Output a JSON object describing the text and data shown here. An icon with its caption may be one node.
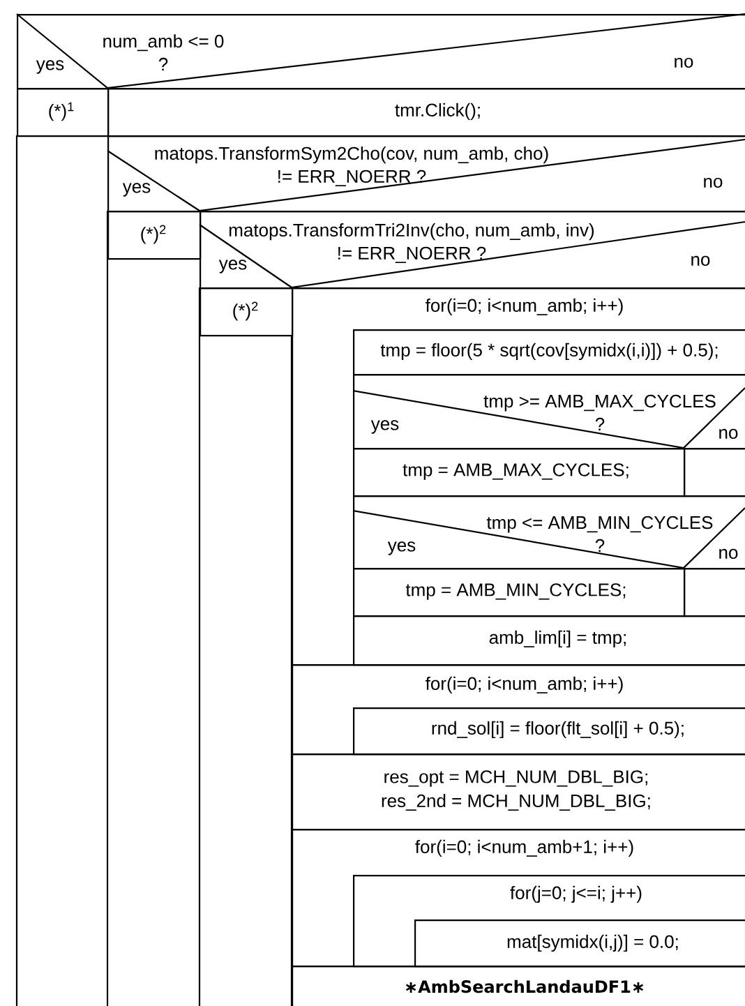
{
  "diagram": {
    "nodes": [
      {
        "text": [
          "yes",
          "num_amb <= 0 ?",
          "no"
        ]
      },
      {
        "text": [
          "(*)$^{1}$"
        ]
      },
      {
        "text": [
          "tmr.Click();"
        ]
      },
      {
        "text": [
          "yes",
          "matops.TransformSym2Cho(cov, num_amb, cho) != ERR_NOERR ?",
          "no"
        ]
      },
      {
        "text": [
          "(*)$^{2}$"
        ]
      },
      {
        "text": [
          "matops.TransformTri2Inv(cho, num_amb, inv) != ERR_NOERR ?",
          "yes",
          "no"
        ]
      },
      {
        "text": [
          "(*)$^{2}$"
        ]
      },
      {
        "text": [
          "for(i=0; i<num_amb; i++)"
        ]
      },
      {
        "text": [
          "tmp = floor(5 * sqrt(cov[symidx(i,i)]) + 0.5);"
        ],
        "in": 7
      },
      {
        "text": [
          "yes",
          "tmp >= AMB_MAX_CYCLES ?",
          "no"
        ],
        "in": 7
      },
      {
        "text": [
          "tmp = AMB_MAX_CYCLES;"
        ],
        "in": 7
      },
      {
        "text": [],
        "shape": "box",
        "in": 7
      },
      {
        "text": [
          "yes",
          "tmp <= AMB_MIN_CYCLES ?",
          "no"
        ],
        "in": 7
      },
      {
        "text": [
          "tmp = AMB_MIN_CYCLES;"
        ],
        "in": 7
      },
      {
        "text": [],
        "shape": "box",
        "in": 7
      },
      {
        "text": [
          "amb_lim[i] = tmp;"
        ],
        "in": 7
      },
      {
        "text": [
          "for(i=0; i<num_amb; i++)"
        ]
      },
      {
        "text": [
          "rnd_sol[i] = floor(flt_sol[i] + 0.5);"
        ],
        "in": 16
      },
      {
        "text": [
          "res_opt = MCH_NUM_DBL_BIG;",
          "res_2nd = MCH_NUM_DBL_BIG;"
        ]
      },
      {
        "text": [
          "for(i=0; i<num_amb+1; i++)"
        ]
      },
      {
        "text": [
          "for(j=0; j<=i; j++)"
        ],
        "in": 19
      },
      {
        "text": [
          "mat[symidx(i,j)] = 0.0;"
        ],
        "in": 20
      },
      {
        "text": [
          "∗AmbSearchLandauDF1∗"
        ]
      }
    ]
  }
}
